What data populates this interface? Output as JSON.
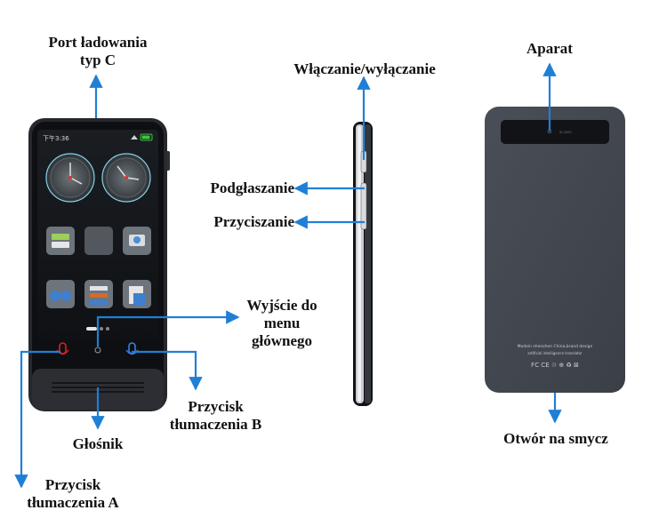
{
  "labels": {
    "usb_port": [
      "Port ładowania",
      "typ C"
    ],
    "power": "Włączanie/wyłączanie",
    "camera": "Aparat",
    "volume_up": "Podgłaszanie",
    "volume_down": "Przyciszanie",
    "home": [
      "Wyjście do",
      "menu",
      "głównego"
    ],
    "button_b": [
      "Przycisk",
      "tłumaczenia B"
    ],
    "speaker": "Głośnik",
    "button_a": [
      "Przycisk",
      "tłumaczenia A"
    ],
    "lanyard": "Otwór na smycz"
  },
  "device": {
    "status_time": "下午3:36",
    "back_line_1": "Modein shenzhen China,brand design",
    "back_line_2": "artificial intelligence translator",
    "back_marks": "FC CE ♲ ⊕ ♻ ⊠"
  },
  "colors": {
    "arrow": "#1f7fd6",
    "device_dark": "#2a2c31",
    "screen_bg": "#15181c"
  }
}
